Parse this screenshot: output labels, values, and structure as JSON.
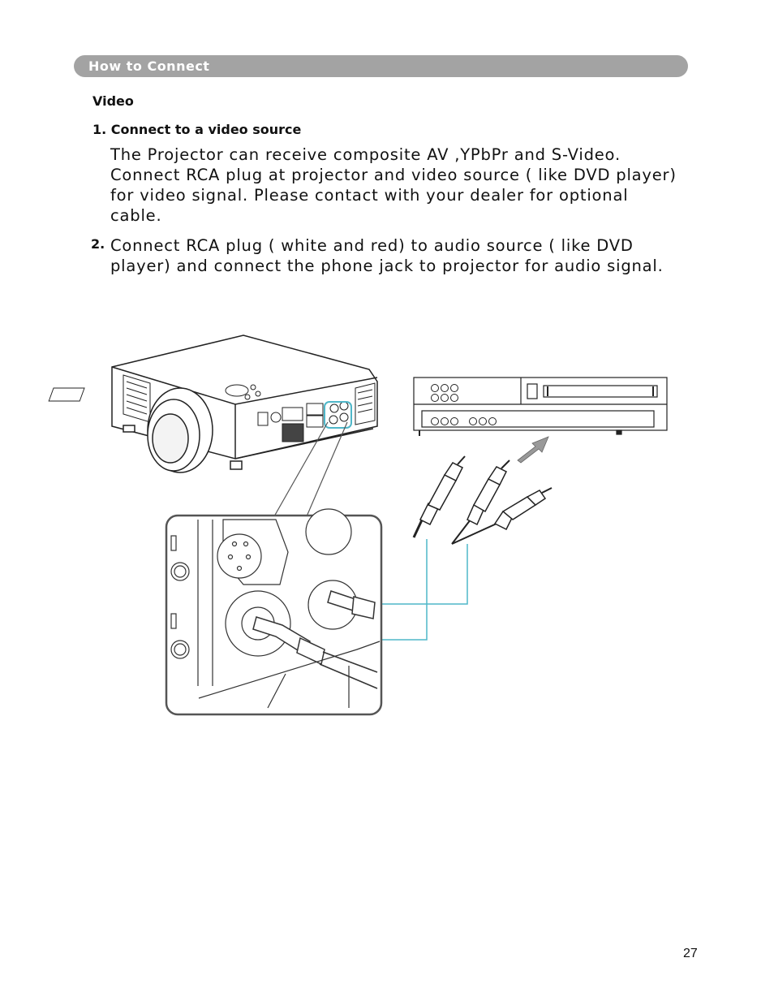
{
  "section": {
    "title": "How to Connect"
  },
  "subsection": {
    "title": "Video"
  },
  "steps": [
    {
      "number": "1.",
      "heading": "Connect to a video source",
      "text": "The Projector can receive composite AV ,YPbPr and S-Video. Connect RCA plug at projector and video source ( like DVD player) for video signal. Please contact with your dealer for optional cable."
    },
    {
      "number": "2.",
      "text": "Connect RCA plug ( white and red) to audio source ( like DVD player) and connect the phone jack to projector for audio signal."
    }
  ],
  "page": {
    "number": "27"
  },
  "colors": {
    "section_bar": "#a3a3a3",
    "callout_line": "#4fb7c9"
  },
  "icons": [
    "projector-illustration",
    "dvd-player-illustration",
    "rca-plug-icon",
    "arrow-icon",
    "magnified-jack-panel"
  ]
}
